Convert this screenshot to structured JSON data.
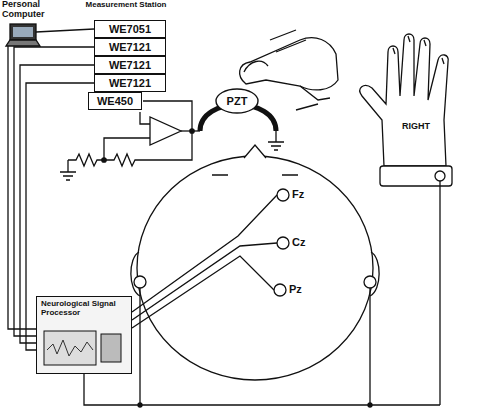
{
  "diagram": {
    "nodes": [
      {
        "text": [
          "Measurement Station"
        ]
      },
      {
        "text": [
          "WE7051"
        ],
        "in": 0
      },
      {
        "text": [
          "WE7121"
        ],
        "in": 0
      },
      {
        "text": [
          "WE7121"
        ],
        "in": 0
      },
      {
        "text": [
          "WE7121"
        ],
        "in": 0
      },
      {
        "text": [
          "WE450"
        ],
        "in": 0
      },
      {
        "text": [
          "PZT"
        ]
      },
      {
        "text": [
          "Neurological Signal Processor"
        ]
      }
    ],
    "edges": [
      {
        "from": 2,
        "to": 7,
        "arrow": "none"
      },
      {
        "from": 3,
        "to": 7,
        "arrow": "none"
      },
      {
        "from": 4,
        "to": 7,
        "arrow": "none"
      }
    ],
    "labels": [
      "Personal Computer",
      "Fz",
      "Cz",
      "Pz",
      "RIGHT"
    ]
  }
}
